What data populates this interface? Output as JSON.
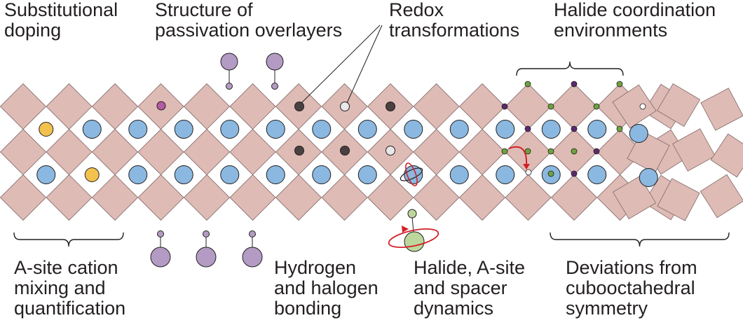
{
  "labels": {
    "substitutional_doping": [
      "Substitutional",
      "doping"
    ],
    "passivation_overlayers": [
      "Structure of",
      "passivation overlayers"
    ],
    "redox": [
      "Redox",
      "transformations"
    ],
    "halide_coordination": [
      "Halide coordination",
      "environments"
    ],
    "a_site_mixing": [
      "A-site cation",
      "mixing and",
      "quantification"
    ],
    "hydrogen_bonding": [
      "Hydrogen",
      "and halogen",
      "bonding"
    ],
    "dynamics": [
      "Halide, A-site",
      "and spacer",
      "dynamics"
    ],
    "deviations": [
      "Deviations from",
      "cubooctahedral",
      "symmetry"
    ]
  },
  "colors": {
    "octahedron": "#dfbbb6",
    "octahedron_edge": "#8a7270",
    "a_site_cation": "#8ab8e0",
    "dopant": "#f2c14e",
    "passivation_molecule": "#b39bc4",
    "redox_dark": "#4a4040",
    "redox_light": "#e8e8e8",
    "halide_green": "#6ea23e",
    "halide_purple": "#5a2a6a",
    "spacer_green": "#bcd79c",
    "rotation_arrow": "#d31f26"
  },
  "icons": [
    "rotation-arrow-icon",
    "migration-arrow-icon",
    "brace-icon"
  ]
}
